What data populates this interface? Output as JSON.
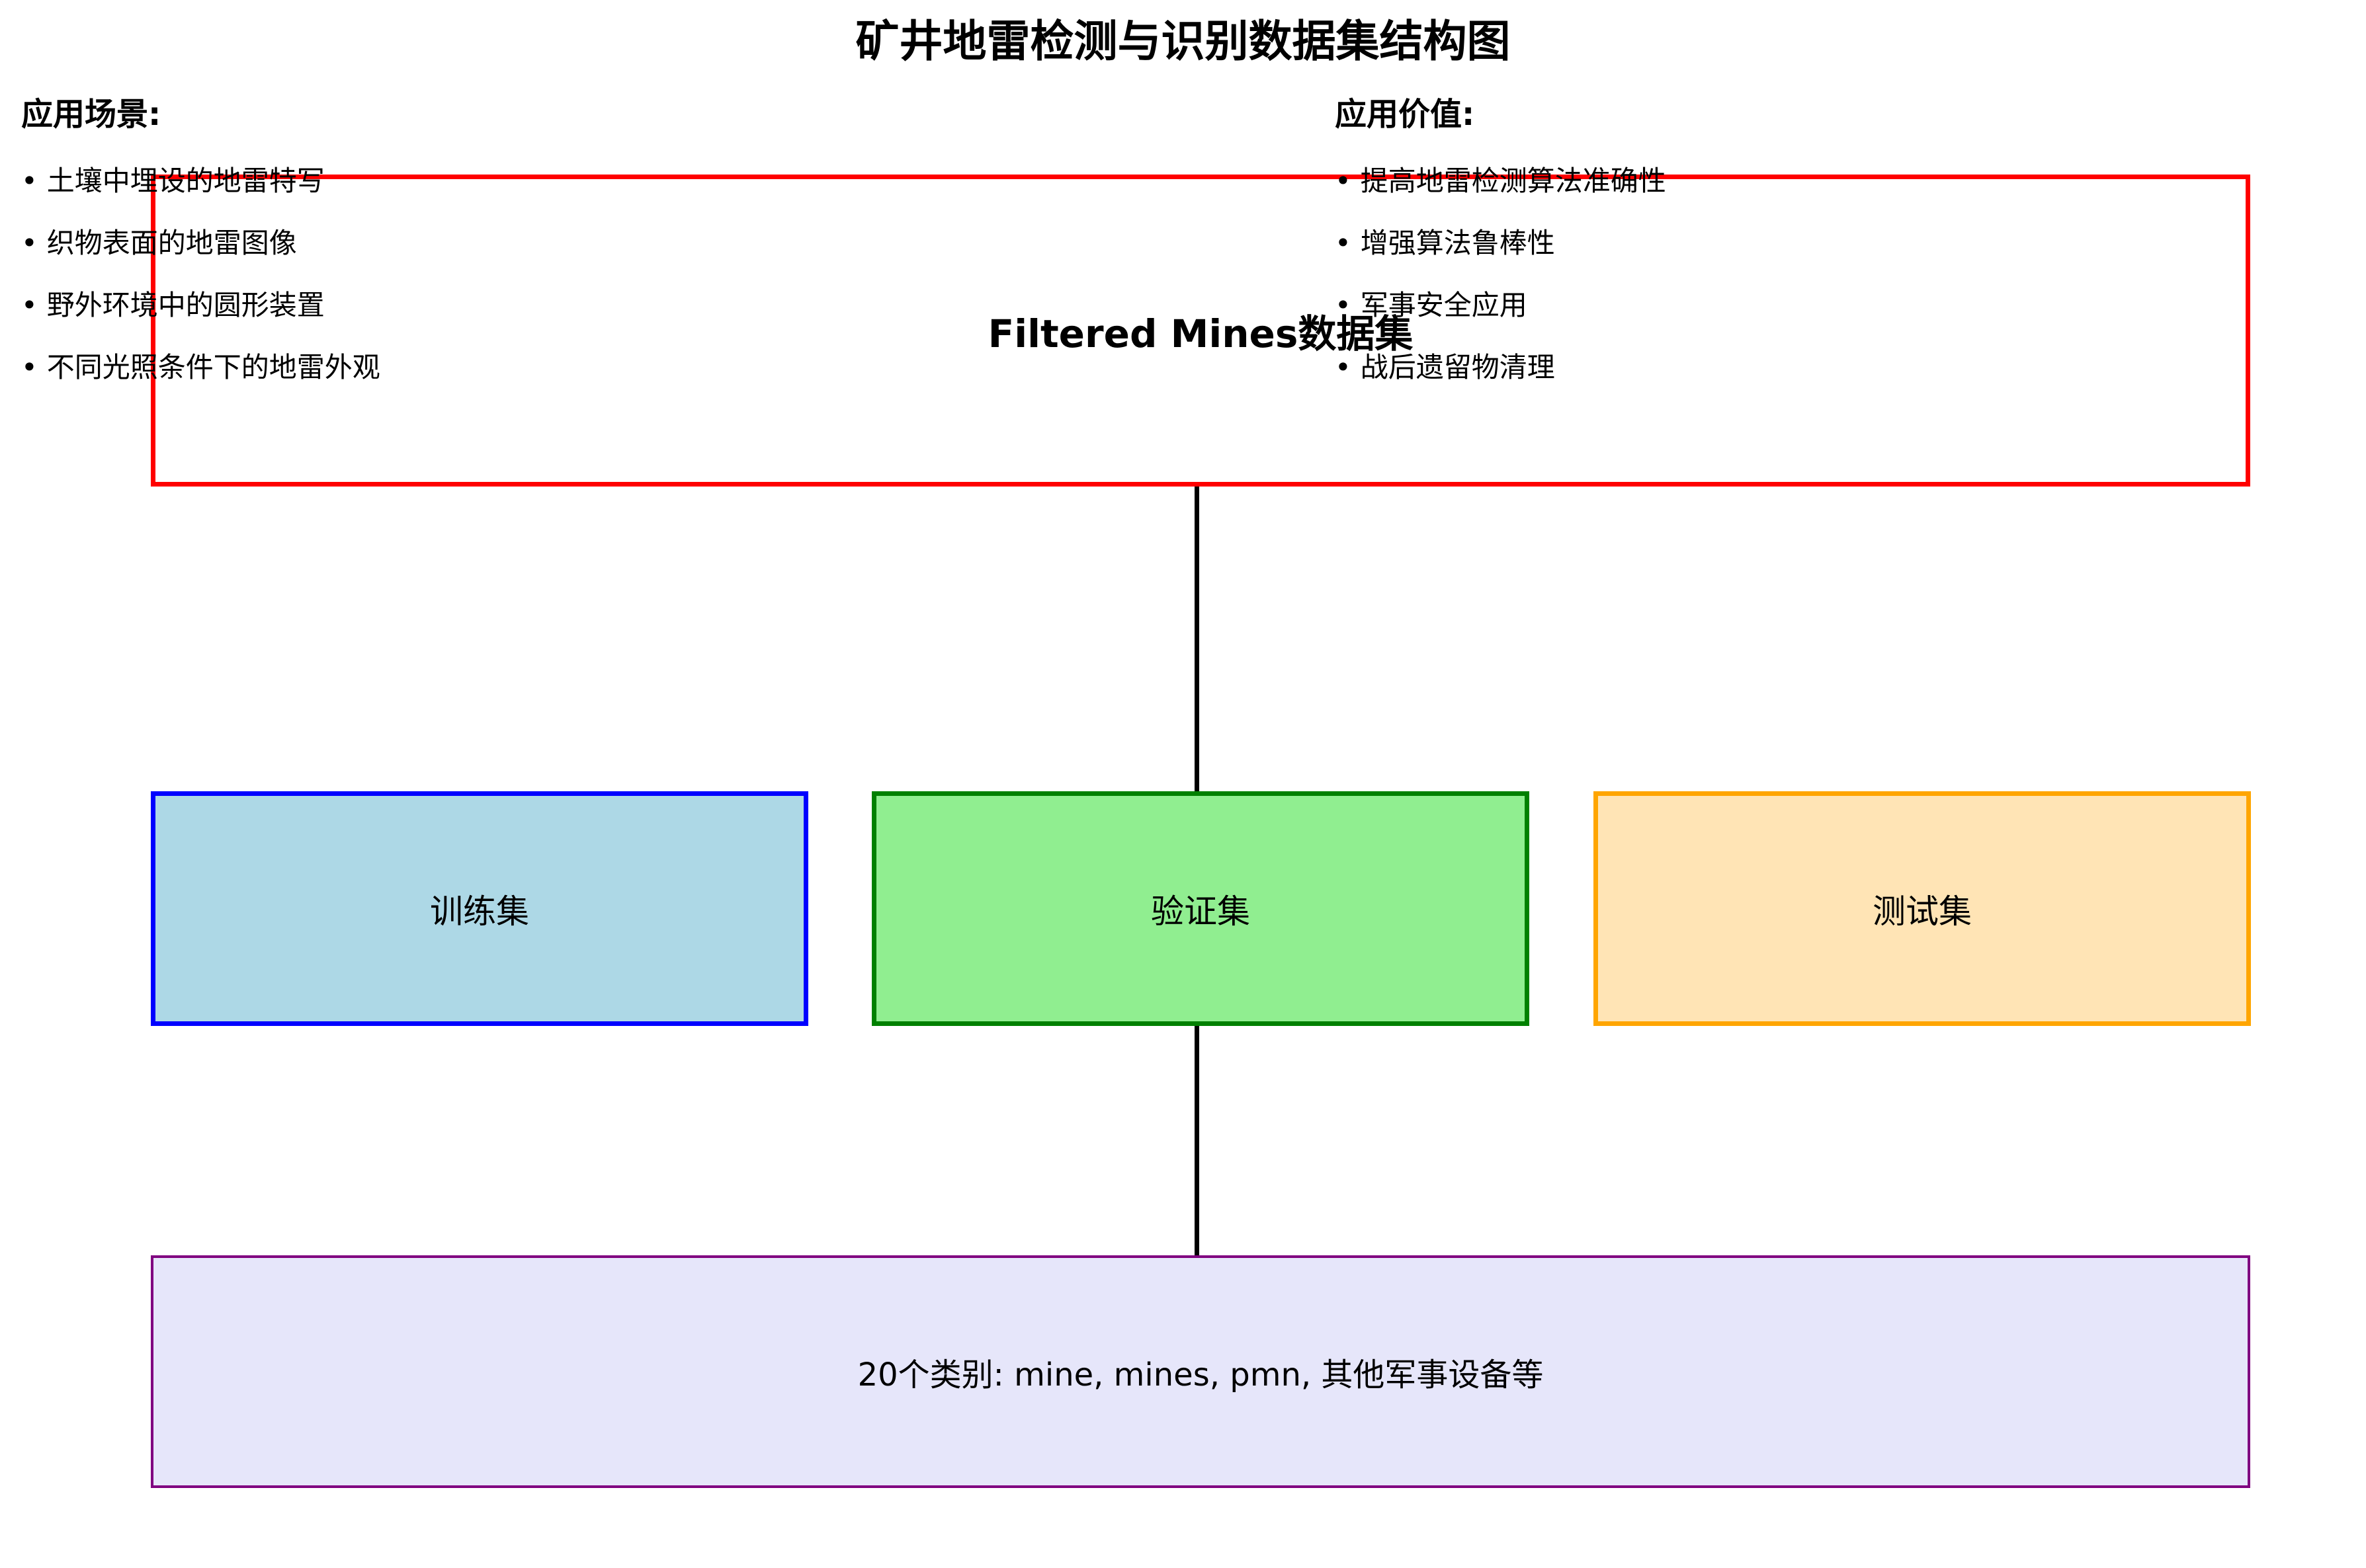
{
  "title": "矿井地雷检测与识别数据集结构图",
  "root": {
    "label": "Filtered Mines数据集",
    "border_color": "#ff0000"
  },
  "splits": [
    {
      "label": "训练集",
      "fill": "#add8e6",
      "border": "#0000ff"
    },
    {
      "label": "验证集",
      "fill": "#90ee90",
      "border": "#008000"
    },
    {
      "label": "测试集",
      "fill": "#ffe4b5",
      "border": "#ffa500"
    }
  ],
  "classes_box": {
    "label": "20个类别: mine, mines, pmn, 其他军事设备等",
    "fill": "#e6e6fa",
    "border": "#800080"
  },
  "scenarios": {
    "heading": "应用场景:",
    "bullet": "•",
    "items": [
      "土壤中埋设的地雷特写",
      "织物表面的地雷图像",
      "野外环境中的圆形装置",
      "不同光照条件下的地雷外观"
    ]
  },
  "value": {
    "heading": "应用价值:",
    "bullet": "•",
    "items": [
      "提高地雷检测算法准确性",
      "增强算法鲁棒性",
      "军事安全应用",
      "战后遗留物清理"
    ]
  }
}
